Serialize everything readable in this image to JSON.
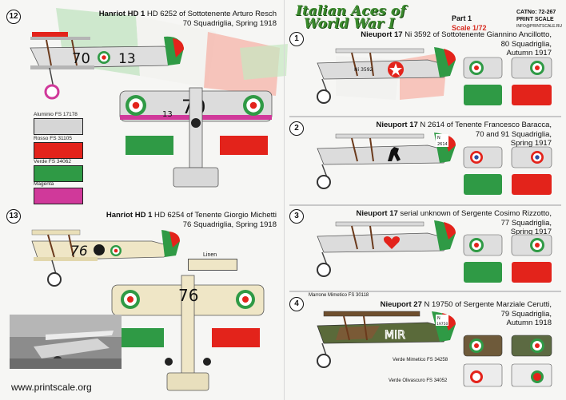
{
  "sheet": {
    "title_line1": "Italian Aces of",
    "title_line2": "World War I",
    "part": "Part 1",
    "scale": "Scale 1/72",
    "catalog": "CATNo: 72-267",
    "brand": "PRINT SCALE",
    "brand_info": "INFO@PRINTSCALE.RU",
    "website": "www.printscale.org"
  },
  "profiles": [
    {
      "number": "12",
      "type": "Hanriot HD 1",
      "line1": " HD 6252 of Sottotenente Arturo Resch",
      "line2": "70 Squadriglia, Spring 1918"
    },
    {
      "number": "13",
      "type": "Hanriot HD 1",
      "line1": " HD 6254 of Tenente Giorgio Michetti",
      "line2": "76 Squadriglia, Spring 1918"
    },
    {
      "number": "1",
      "type": "Nieuport 17",
      "line1": " Ni 3592 of  Sottotenente Giannino Ancillotto,",
      "line2": "80 Squadriglia,",
      "line3": "Autumn 1917"
    },
    {
      "number": "2",
      "type": "Nieuport 17",
      "line1": " N 2614 of  Tenente Francesco Baracca,",
      "line2": "70 and 91 Squadriglia,",
      "line3": "Spring 1917"
    },
    {
      "number": "3",
      "type": "Nieuport 17",
      "line1": " serial unknown of  Sergente Cosimo Rizzotto,",
      "line2": "77 Squadriglia,",
      "line3": "Spring 1917"
    },
    {
      "number": "4",
      "type": "Nieuport 27",
      "line1": " N 19750 of  Sergente Marziale Cerutti,",
      "line2": "79 Squadriglia,",
      "line3": "Autumn 1918"
    }
  ],
  "swatches": [
    {
      "label": "Aluminio FS 17178",
      "color": "#d6d6d6"
    },
    {
      "label": "Rosso FS 31105",
      "color": "#e3231b"
    },
    {
      "label": "Verde FS 34062",
      "color": "#2f9a45"
    },
    {
      "label": "Magenta",
      "color": "#d0399a"
    }
  ],
  "paint_labels": {
    "linen": "Linen",
    "marrone": "Marrone Mimetico FS 30118",
    "verde_mimetico": "Verde Mimetico FS 34258",
    "verde_olivascuro": "Verde Olivascuro FS 34052"
  },
  "aircraft_markings": {
    "hd6252_fuselage_code": "70",
    "hd6252_fuselage_num": "13",
    "hd6252_wing_code": "70",
    "hd6252_wing_num": "13",
    "hd6254_fuselage_code": "76",
    "hd6254_wing_code": "76",
    "ni3592_serial": "Ni 3592",
    "n2614_serial": "N",
    "n2614_serial_num": "2614",
    "n19750_serial": "N",
    "n19750_serial_num": "19750",
    "n19750_code": "MIR"
  },
  "colors": {
    "italian_green": "#2f9a45",
    "italian_red": "#e3231b",
    "aluminium": "#d6d6d6",
    "magenta": "#d0399a",
    "linen": "#efe6c6",
    "title_green": "#3a8a2c"
  }
}
